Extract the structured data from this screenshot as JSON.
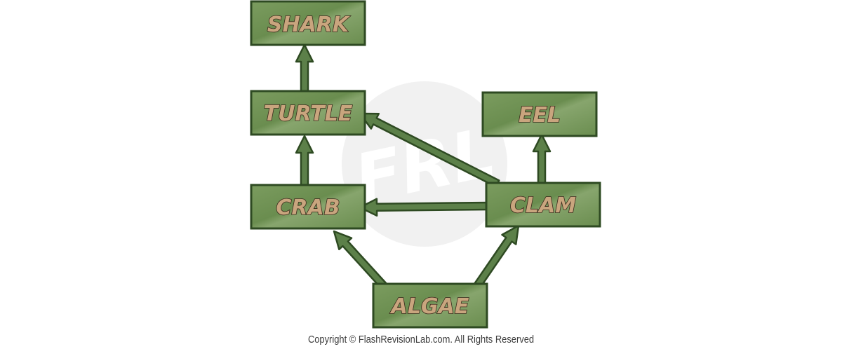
{
  "nodes": {
    "shark": "SHARK",
    "turtle": "TURTLE",
    "eel": "EEL",
    "crab": "CRAB",
    "clam": "CLAM",
    "algae": "ALGAE"
  },
  "edges": [
    {
      "from": "algae",
      "to": "crab"
    },
    {
      "from": "algae",
      "to": "clam"
    },
    {
      "from": "crab",
      "to": "turtle"
    },
    {
      "from": "turtle",
      "to": "shark"
    },
    {
      "from": "clam",
      "to": "crab"
    },
    {
      "from": "clam",
      "to": "turtle"
    },
    {
      "from": "clam",
      "to": "eel"
    }
  ],
  "watermark": "FRL",
  "footer": {
    "copyright": "Copyright © FlashRevisionLab.com. All Rights Reserved"
  },
  "colors": {
    "box_fill": "#6e9152",
    "box_border": "#2e4a22",
    "label_fill": "#c9a57e",
    "arrow": "#5c8049"
  }
}
